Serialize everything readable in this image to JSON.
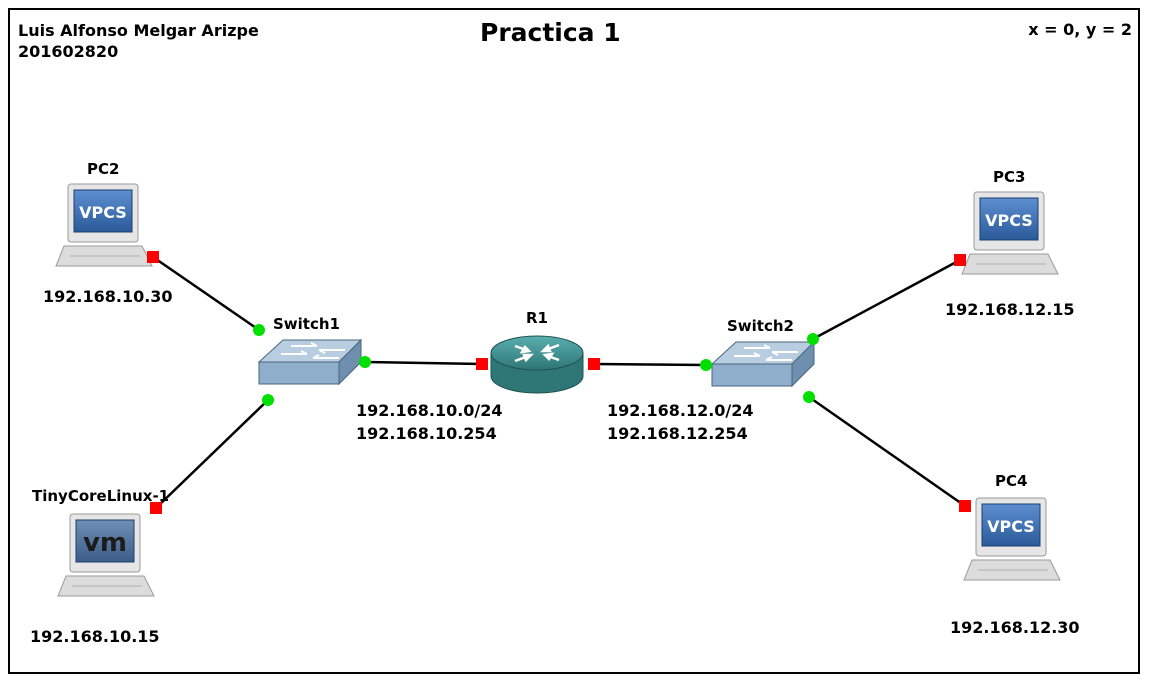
{
  "header": {
    "author_name": "Luis Alfonso Melgar Arizpe",
    "author_id": "201602820",
    "title": "Practica 1",
    "coords": "x = 0, y = 2"
  },
  "nodes": {
    "pc2": {
      "label": "PC2",
      "ip": "192.168.10.30",
      "screen_text": "VPCS"
    },
    "pc3": {
      "label": "PC3",
      "ip": "192.168.12.15",
      "screen_text": "VPCS"
    },
    "pc4": {
      "label": "PC4",
      "ip": "192.168.12.30",
      "screen_text": "VPCS"
    },
    "tinycore": {
      "label": "TinyCoreLinux-1",
      "ip": "192.168.10.15",
      "screen_text": "vm"
    },
    "switch1": {
      "label": "Switch1"
    },
    "switch2": {
      "label": "Switch2"
    },
    "r1": {
      "label": "R1"
    }
  },
  "networks": {
    "left": {
      "subnet": "192.168.10.0/24",
      "gateway": "192.168.10.254"
    },
    "right": {
      "subnet": "192.168.12.0/24",
      "gateway": "192.168.12.254"
    }
  },
  "colors": {
    "link_up": "#00e000",
    "link_down": "#ff0000",
    "router": "#3f8f8f",
    "switch": "#8faecc",
    "vpcs_screen": "#3b6fb0"
  }
}
